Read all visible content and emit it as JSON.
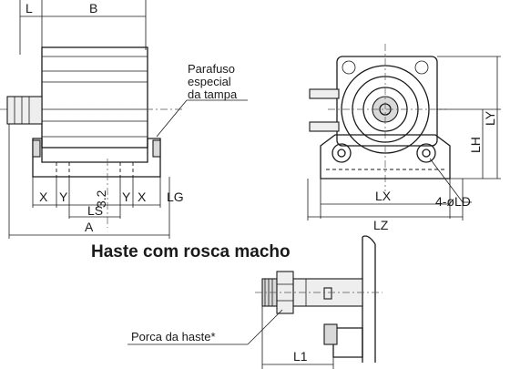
{
  "dimensions": {
    "L": "L",
    "B": "B",
    "X": "X",
    "Y": "Y",
    "dim_3_2": "3.2",
    "LS": "LS",
    "LG": "LG",
    "A": "A",
    "LX": "LX",
    "LZ": "LZ",
    "LH": "LH",
    "LY": "LY",
    "LD": "4-øLD",
    "L1": "L1"
  },
  "notes": {
    "cover_screw_line1": "Parafuso",
    "cover_screw_line2": "especial",
    "cover_screw_line3": "da tampa",
    "rod_nut": "Porca da haste*"
  },
  "section_title": "Haste com rosca macho"
}
